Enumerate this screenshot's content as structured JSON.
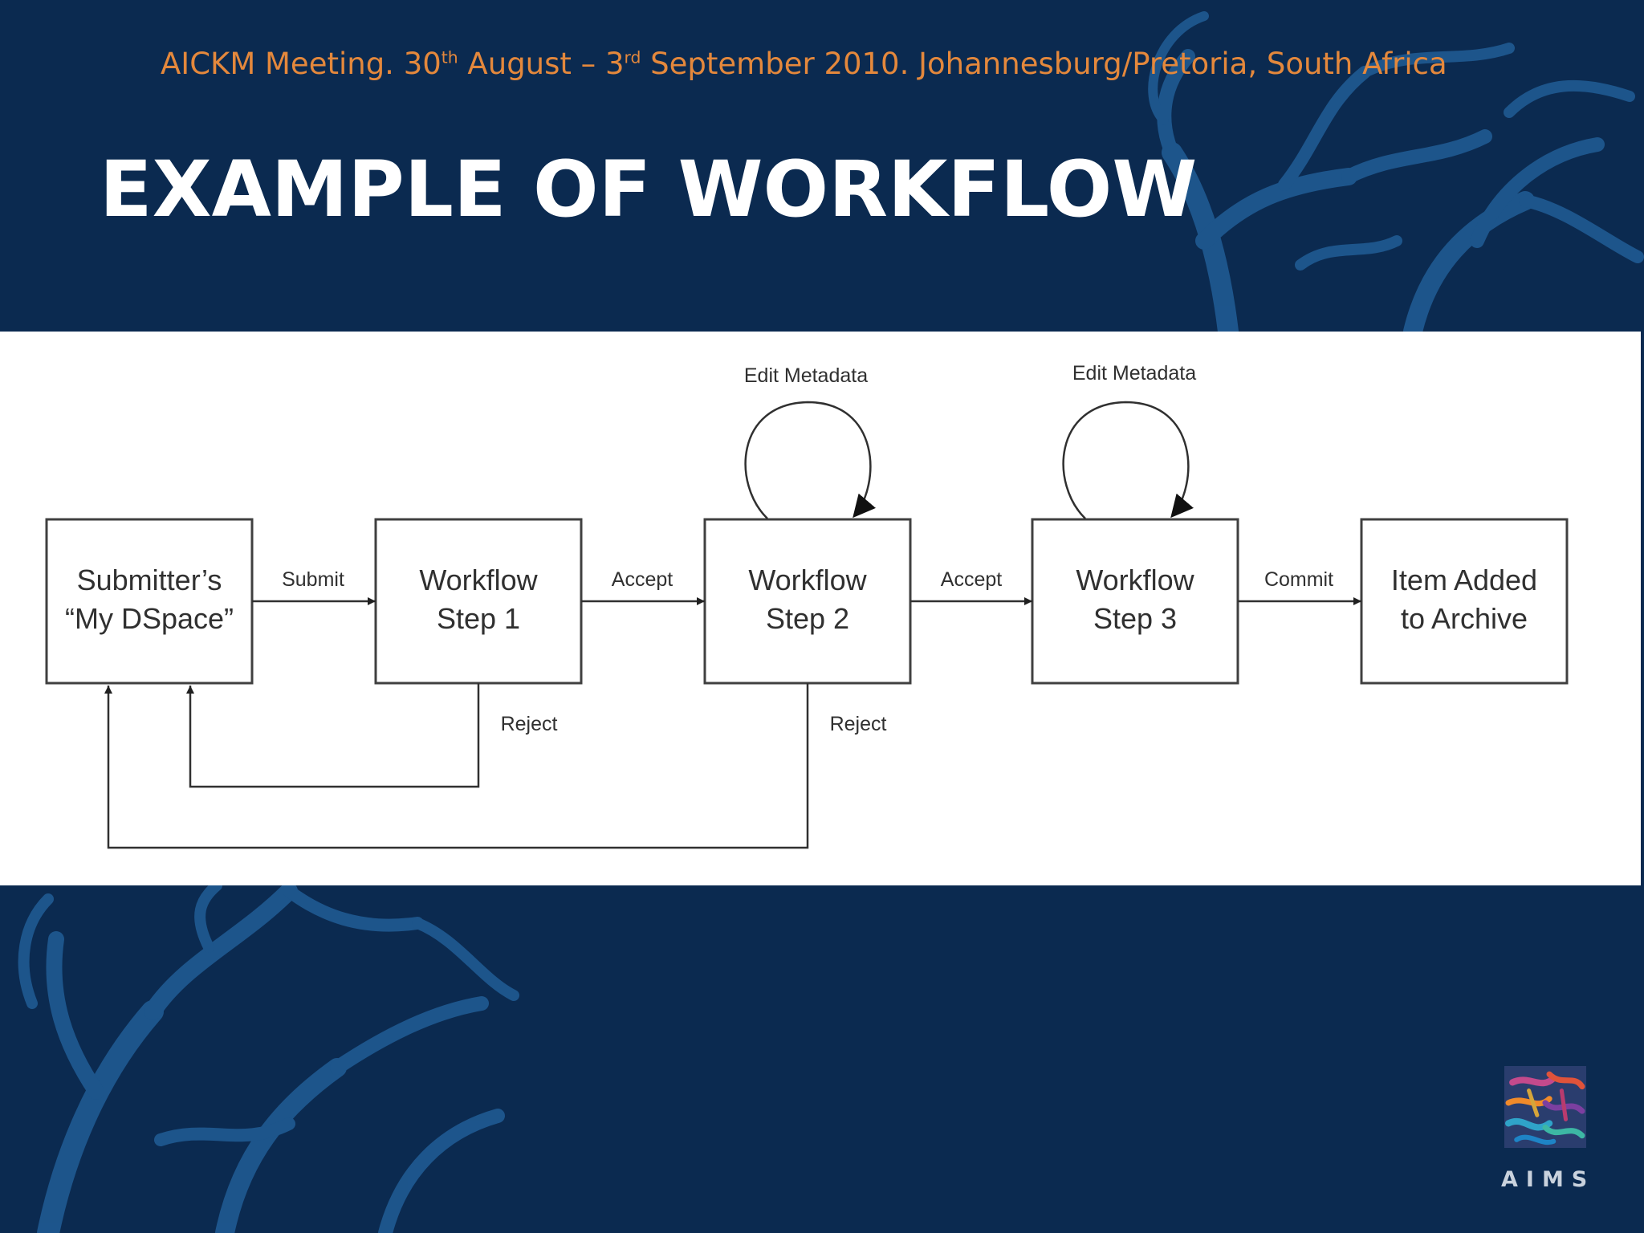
{
  "header": {
    "prefix": "AICKM Meeting. 30",
    "sup1": "th",
    "middle": " August – 3",
    "sup2": "rd",
    "suffix": " September 2010. Johannesburg/Pretoria, South Africa"
  },
  "title": "EXAMPLE OF WORKFLOW",
  "diagram": {
    "nodes": {
      "my_dspace": [
        "Submitter’s",
        "“My DSpace”"
      ],
      "step1": [
        "Workflow",
        "Step 1"
      ],
      "step2": [
        "Workflow",
        "Step 2"
      ],
      "step3": [
        "Workflow",
        "Step 3"
      ],
      "archive": [
        "Item Added",
        "to Archive"
      ]
    },
    "edges": {
      "submit": "Submit",
      "accept1": "Accept",
      "accept2": "Accept",
      "commit": "Commit",
      "reject1": "Reject",
      "reject2": "Reject",
      "edit_metadata_step2": "Edit Metadata",
      "edit_metadata_step3": "Edit Metadata"
    }
  },
  "logo": {
    "text": "AIMS"
  },
  "colors": {
    "background": "#0b2a50",
    "header_text": "#e4883c",
    "title_text": "#ffffff",
    "coral_pattern": "#1f5a92",
    "diagram_line": "#404040"
  }
}
